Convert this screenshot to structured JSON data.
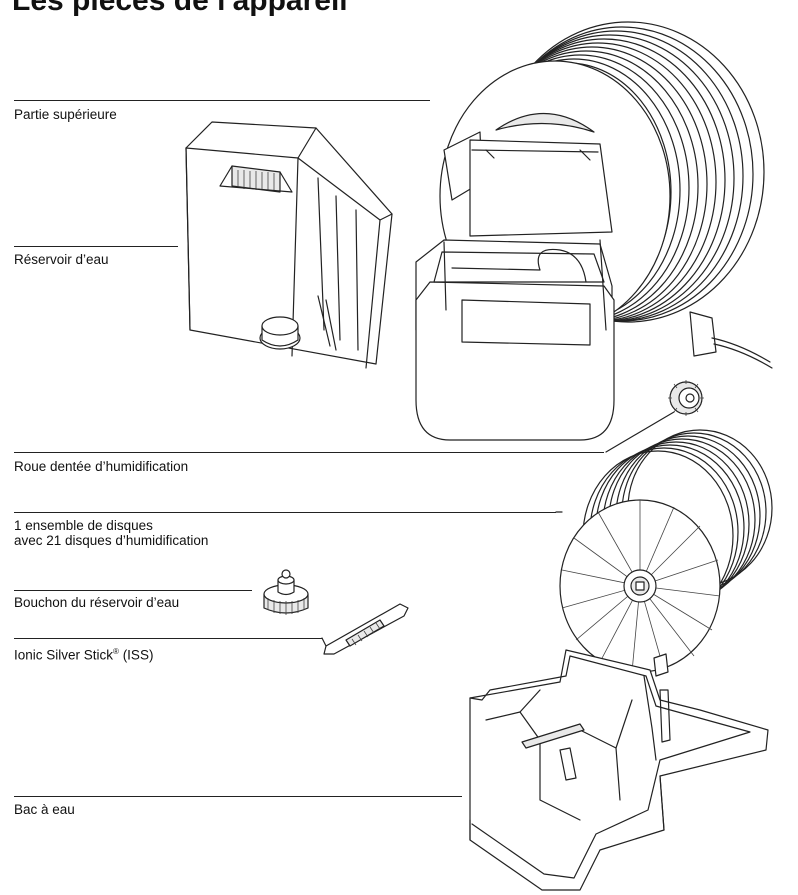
{
  "title": "Les pièces de l'appareil",
  "labels": {
    "top": "Partie supérieure",
    "tank": "Réservoir d’eau",
    "gear": "Roue dentée d’humidification",
    "discs_line1": "1 ensemble de disques",
    "discs_line2": "avec 21 disques d’humidification",
    "cap": "Bouchon du réservoir d’eau",
    "iss": "Ionic Silver Stick",
    "iss_mark": "®",
    "iss_suffix": " (ISS)",
    "tray": "Bac à eau"
  },
  "parts": [
    {
      "name": "top-housing-icon"
    },
    {
      "name": "water-tank-icon"
    },
    {
      "name": "gear-wheel-icon"
    },
    {
      "name": "disc-stack-icon"
    },
    {
      "name": "tank-cap-icon"
    },
    {
      "name": "silver-stick-icon"
    },
    {
      "name": "water-tray-icon"
    }
  ]
}
